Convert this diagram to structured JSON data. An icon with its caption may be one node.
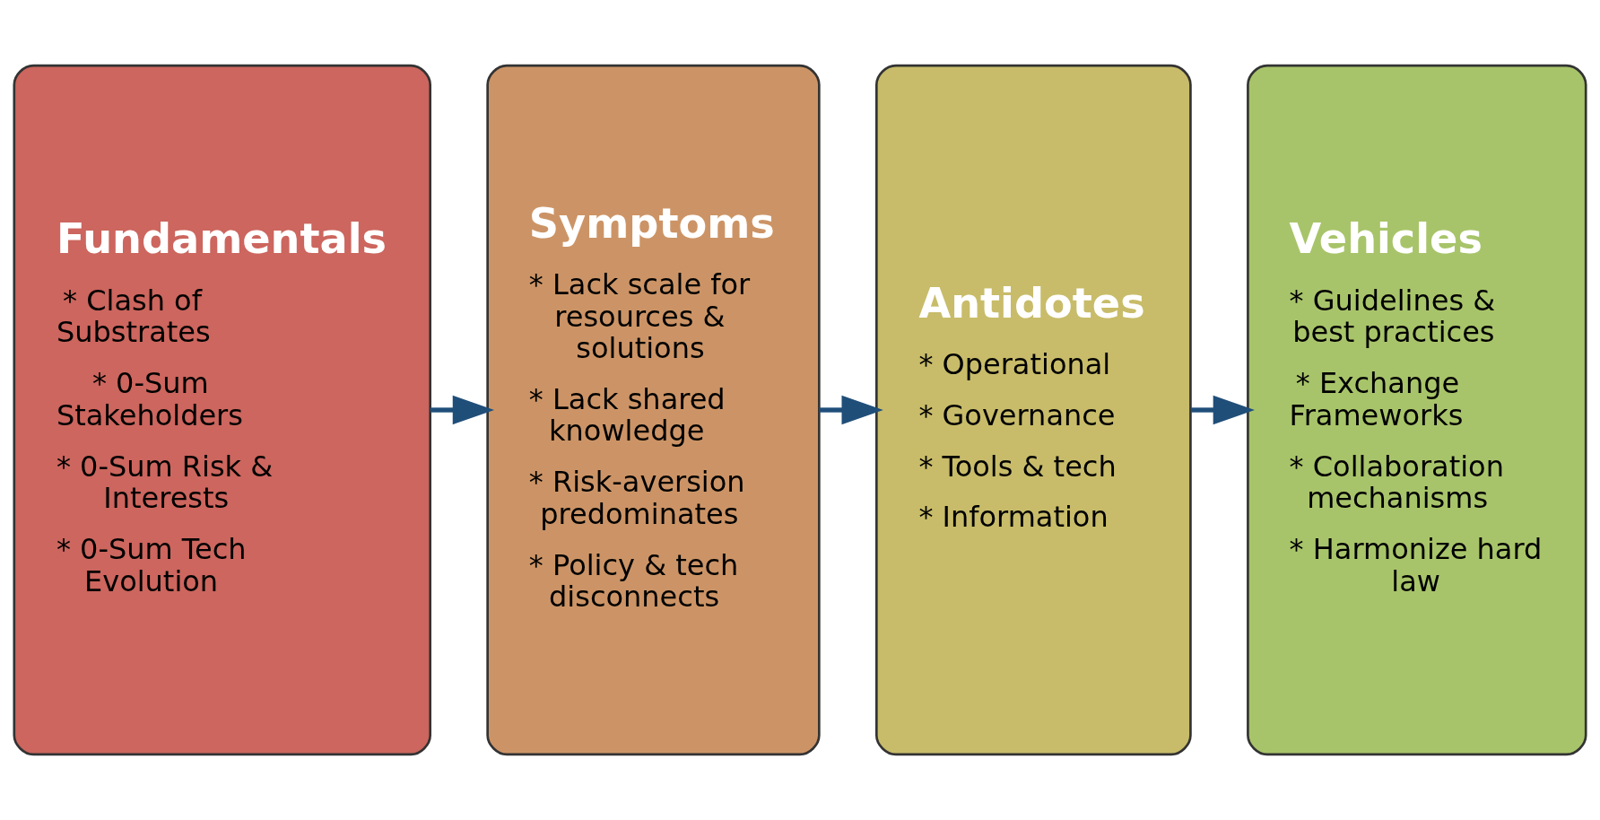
{
  "diagram": {
    "nodes": [
      {
        "text": [
          "Fundamentals",
          "* Clash of Substrates",
          "* 0-Sum Stakeholders",
          "* 0-Sum Risk & Interests",
          "* 0-Sum Tech Evolution"
        ]
      },
      {
        "text": [
          "Symptoms",
          "* Lack scale for resources & solutions",
          "* Lack shared knowledge",
          "* Risk-aversion predominates",
          "* Policy & tech disconnects"
        ]
      },
      {
        "text": [
          "Antidotes",
          "* Operational",
          "* Governance",
          "* Tools & tech",
          "* Information"
        ]
      },
      {
        "text": [
          "Vehicles",
          "* Guidelines & best practices",
          "* Exchange Frameworks",
          "* Collaboration mechanisms",
          "* Harmonize hard law"
        ]
      }
    ],
    "edges": [
      {
        "from": 0,
        "to": 1,
        "arrow": "to"
      },
      {
        "from": 1,
        "to": 2,
        "arrow": "to"
      },
      {
        "from": 2,
        "to": 3,
        "arrow": "to"
      }
    ]
  }
}
